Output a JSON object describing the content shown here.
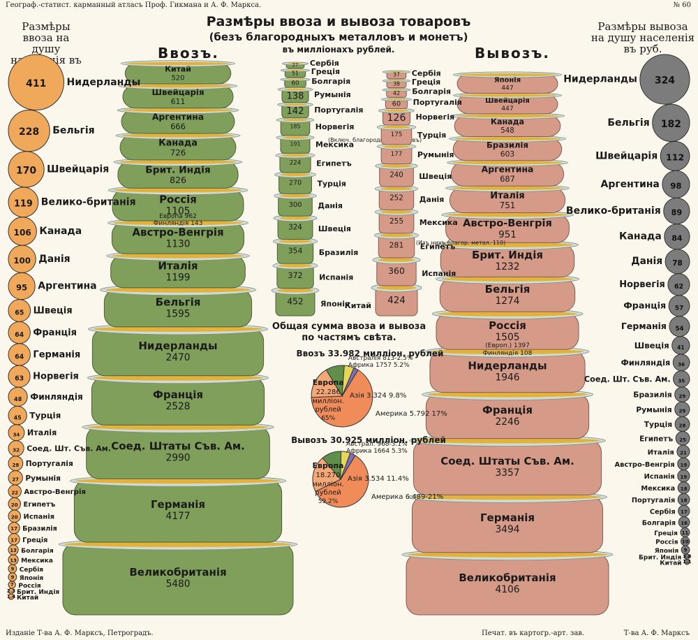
{
  "header": {
    "left": "Географ.-статист. карманный атласъ Проф. Гикмана и А. Ф. Маркса.",
    "right": "№ 60"
  },
  "footer": {
    "left": "Изданіе Т-ва А. Ф. Марксъ, Петроградъ.",
    "center": "Печат. въ картогр.-арт. зав.",
    "right": "Т-ва А. Ф. Марксъ"
  },
  "title": {
    "line1": "Размѣры ввоза и вывоза товаровъ",
    "line2": "(безъ благородныхъ металловъ и монетъ)",
    "line3": "въ милліонахъ рублей."
  },
  "colors": {
    "import": "#7f9f5a",
    "export": "#d59a88",
    "import_circle": "#f0a85a",
    "export_circle": "#7c7c7c",
    "coins": "#e3b23c"
  },
  "chart_data": [
    {
      "type": "bar",
      "title": "Ввозъ.",
      "unit": "въ милліонахъ рублей",
      "categories": [
        "Великобританія",
        "Германія",
        "Соед. Штаты Съв. Ам.",
        "Франція",
        "Нидерланды",
        "Бельгія",
        "Италія",
        "Австро-Венгрія",
        "Россія",
        "Брит. Индія",
        "Канада",
        "Аргентина",
        "Швейцарія",
        "Китай"
      ],
      "values": [
        5480,
        4177,
        2990,
        2528,
        2470,
        1595,
        1199,
        1130,
        1105,
        826,
        726,
        666,
        611,
        520
      ],
      "annotations": [
        "Европа 962",
        "Финляндія 143"
      ]
    },
    {
      "type": "bar",
      "title": "",
      "categories": [
        "Японія",
        "Испанія",
        "Бразилія",
        "Швеція",
        "Данія",
        "Турція",
        "Египетъ",
        "Мексика",
        "Норвегія",
        "Португалія",
        "Румынія",
        "Болгарія",
        "Греція",
        "Сербія"
      ],
      "values": [
        452,
        372,
        354,
        324,
        300,
        270,
        224,
        191,
        185,
        142,
        138,
        60,
        51,
        27
      ],
      "annotations": [
        "(Включ. благородн. металловъ)"
      ]
    },
    {
      "type": "bar",
      "title": "",
      "categories": [
        "Китай",
        "Испанія",
        "Египетъ",
        "Мексика",
        "Данія",
        "Швеція",
        "Румынія",
        "Турція",
        "Норвегія",
        "Португалія",
        "Болгарія",
        "Греція",
        "Сербія"
      ],
      "values": [
        424,
        360,
        281,
        255,
        252,
        240,
        177,
        175,
        126,
        60,
        42,
        38,
        37
      ],
      "annotations": [
        "(Изъ нихъ благор. метал. 110)"
      ]
    },
    {
      "type": "bar",
      "title": "Вывозъ.",
      "categories": [
        "Великобританія",
        "Германія",
        "Соед. Штаты Съв. Ам.",
        "Франція",
        "Нидерланды",
        "Россія",
        "Бельгія",
        "Брит. Индія",
        "Австро-Венгрія",
        "Италія",
        "Аргентина",
        "Бразилія",
        "Канада",
        "Швейцарія",
        "Японія"
      ],
      "values": [
        4106,
        3494,
        3357,
        2246,
        1946,
        1505,
        1274,
        1232,
        951,
        751,
        687,
        603,
        548,
        447,
        447
      ],
      "annotations": [
        "(Европ.) 1397",
        "Финляндія 108"
      ]
    },
    {
      "type": "pie",
      "title": "Ввозъ 33.982 милліон. рублей",
      "categories": [
        "Европа",
        "Америка",
        "Азія",
        "Африка",
        "Австралія"
      ],
      "values": [
        22.286,
        5.792,
        3.324,
        1.757,
        0.813
      ],
      "labels": [
        "Европа 22.286 милліон. рублей 65%",
        "Америка 5.792 17%",
        "Азія 3.324 9.8%",
        "Африка 1757 5.2%",
        "Австралія 813-2.5%"
      ]
    },
    {
      "type": "pie",
      "title": "Вывозъ 30.925 милліон. рублей",
      "categories": [
        "Европа",
        "Америка",
        "Азія",
        "Африка",
        "Австралія"
      ],
      "values": [
        18.27,
        6.489,
        3.534,
        1.664,
        0.968
      ],
      "labels": [
        "Европа 18.270 милліон. рублей 59.2%",
        "Америка 6.489-21%",
        "Азія 3.534 11.4%",
        "Африка 1664 5.3%",
        "Австрал. 968-3.1%"
      ]
    },
    {
      "type": "bar",
      "title": "Размѣры ввоза на душу населенія въ руб.",
      "categories": [
        "Нидерланды",
        "Бельгія",
        "Швейцарія",
        "Велико-британія",
        "Канада",
        "Данія",
        "Аргентина",
        "Швеція",
        "Франція",
        "Германія",
        "Норвегія",
        "Финляндія",
        "Турція",
        "Италія",
        "Соед. Шт. Съв. Ам.",
        "Португалія",
        "Румынія",
        "Австро-Венгрія",
        "Египетъ",
        "Испанія",
        "Бразилія",
        "Греція",
        "Болгарія",
        "Мексика",
        "Сербія",
        "Японія",
        "Россія",
        "Брит. Индія",
        "Китай"
      ],
      "values": [
        411,
        228,
        170,
        119,
        106,
        100,
        95,
        65,
        64,
        64,
        63,
        48,
        45,
        34,
        32,
        28,
        27,
        22,
        20,
        20,
        17,
        17,
        13,
        13,
        9,
        9,
        7,
        2.3,
        1.4
      ]
    },
    {
      "type": "bar",
      "title": "Размѣры вывоза на душу населенія въ руб.",
      "categories": [
        "Нидерланды",
        "Бельгія",
        "Швейцарія",
        "Аргентина",
        "Велико-британія",
        "Канада",
        "Данія",
        "Норвегія",
        "Франція",
        "Германія",
        "Швеція",
        "Финляндія",
        "Соед. Шт. Съв. Ам.",
        "Бразилія",
        "Румынія",
        "Турція",
        "Египетъ",
        "Италія",
        "Австро-Венгрія",
        "Испанія",
        "Мексика",
        "Португалія",
        "Сербія",
        "Болгарія",
        "Греція",
        "Россія",
        "Японія",
        "Брит. Индія",
        "Китай"
      ],
      "values": [
        324,
        182,
        112,
        98,
        89,
        84,
        78,
        62,
        57,
        54,
        41,
        36,
        35,
        29,
        29,
        28,
        25,
        21,
        19,
        19,
        18,
        18,
        17,
        16,
        11,
        10,
        9,
        3.8,
        1.1
      ]
    }
  ]
}
